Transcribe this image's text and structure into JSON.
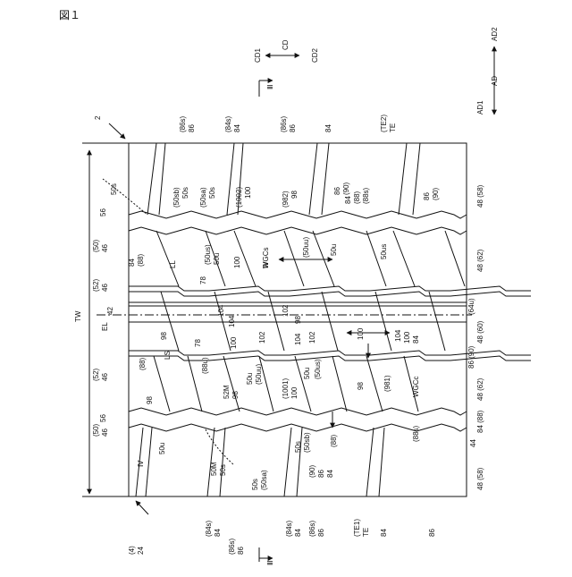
{
  "figure": {
    "title": "図１"
  },
  "directions": {
    "cd": "CD",
    "cd1": "CD1",
    "cd2": "CD2",
    "ad": "AD",
    "ad1": "AD1",
    "ad2": "AD2",
    "section_top": "Ⅲ",
    "section_bottom": "Ⅲ"
  },
  "labels_top": [
    {
      "name": "86s-top-1",
      "lines": [
        "(86s)",
        "86"
      ]
    },
    {
      "name": "84s-top-1",
      "lines": [
        "(84s)",
        "84"
      ]
    },
    {
      "name": "86s-top-2",
      "lines": [
        "(86s)",
        "86"
      ]
    },
    {
      "name": "84-top-1",
      "lines": [
        "84"
      ]
    },
    {
      "name": "te2-top",
      "lines": [
        "(TE2)",
        "TE"
      ]
    }
  ],
  "labels_bottom": [
    {
      "name": "84s-bot-1",
      "lines": [
        "(84s)",
        "84"
      ]
    },
    {
      "name": "86s-bot-1",
      "lines": [
        "(86s)",
        "86"
      ]
    },
    {
      "name": "84s-bot-2",
      "lines": [
        "(84s)",
        "84"
      ]
    },
    {
      "name": "86s-bot-2",
      "lines": [
        "(86s)",
        "86"
      ]
    },
    {
      "name": "te1-bot",
      "lines": [
        "(TE1)",
        "TE"
      ]
    },
    {
      "name": "84-bot",
      "lines": [
        "84"
      ]
    },
    {
      "name": "86-bot",
      "lines": [
        "86"
      ]
    },
    {
      "name": "ref-4-24",
      "lines": [
        "(4)",
        "24"
      ]
    }
  ],
  "labels_left": [
    {
      "name": "50-46-top",
      "lines": [
        "(50)",
        "46"
      ]
    },
    {
      "name": "56-top",
      "lines": [
        "56"
      ]
    },
    {
      "name": "52-46-top",
      "lines": [
        "(52)",
        "46"
      ]
    },
    {
      "name": "42",
      "lines": [
        "42"
      ]
    },
    {
      "name": "el",
      "lines": [
        "EL"
      ]
    },
    {
      "name": "tw",
      "lines": [
        "TW"
      ]
    },
    {
      "name": "52-46-bot",
      "lines": [
        "(52)",
        "46"
      ]
    },
    {
      "name": "56-bot",
      "lines": [
        "56"
      ]
    },
    {
      "name": "50-46-bot",
      "lines": [
        "(50)",
        "46"
      ]
    }
  ],
  "labels_right": [
    {
      "name": "48-58-top",
      "lines": [
        "48 (58)"
      ]
    },
    {
      "name": "48-62-top",
      "lines": [
        "48 (62)"
      ]
    },
    {
      "name": "64u",
      "lines": [
        "(64u)"
      ]
    },
    {
      "name": "48-60",
      "lines": [
        "48 (60)"
      ]
    },
    {
      "name": "86-90",
      "lines": [
        "86 (90)"
      ]
    },
    {
      "name": "48-62-bot",
      "lines": [
        "48 (62)"
      ]
    },
    {
      "name": "84-88-right",
      "lines": [
        "84 (88)"
      ]
    },
    {
      "name": "44",
      "lines": [
        "44"
      ]
    },
    {
      "name": "48-58-bot",
      "lines": [
        "48 (58)"
      ]
    }
  ],
  "labels_inner": [
    {
      "name": "ref-2",
      "text": "2"
    },
    {
      "name": "50s-a",
      "text": "50s"
    },
    {
      "name": "50sb-a",
      "text": "(50sb)"
    },
    {
      "name": "50s-b",
      "text": "50s"
    },
    {
      "name": "50sa-a",
      "text": "(50sa)"
    },
    {
      "name": "50s-c",
      "text": "50s"
    },
    {
      "name": "1002",
      "text": "(1002)"
    },
    {
      "name": "100-a",
      "text": "100"
    },
    {
      "name": "982",
      "text": "(982)"
    },
    {
      "name": "98-a",
      "text": "98"
    },
    {
      "name": "84-a",
      "text": "84"
    },
    {
      "name": "88-a",
      "text": "(88)"
    },
    {
      "name": "88s-a",
      "text": "(88s)"
    },
    {
      "name": "86-a",
      "text": "86"
    },
    {
      "name": "90-a",
      "text": "(90)"
    },
    {
      "name": "86-b",
      "text": "86"
    },
    {
      "name": "90-b",
      "text": "(90)"
    },
    {
      "name": "84-b",
      "text": "84"
    },
    {
      "name": "88-b",
      "text": "(88)"
    },
    {
      "name": "50us-a",
      "text": "(50us)"
    },
    {
      "name": "50u-a",
      "text": "50u"
    },
    {
      "name": "50uu-a",
      "text": "(50uu)"
    },
    {
      "name": "50u-b",
      "text": "50u"
    },
    {
      "name": "50us-b",
      "text": "50us"
    },
    {
      "name": "ll",
      "text": "LL"
    },
    {
      "name": "78-a",
      "text": "78"
    },
    {
      "name": "100-b",
      "text": "100"
    },
    {
      "name": "104-a",
      "text": "104"
    },
    {
      "name": "102-a",
      "text": "102"
    },
    {
      "name": "98-b",
      "text": "98"
    },
    {
      "name": "104-b",
      "text": "104"
    },
    {
      "name": "100-c",
      "text": "100"
    },
    {
      "name": "98-c",
      "text": "98"
    },
    {
      "name": "ls",
      "text": "LS"
    },
    {
      "name": "78-b",
      "text": "78"
    },
    {
      "name": "100-d",
      "text": "100"
    },
    {
      "name": "102-b",
      "text": "102"
    },
    {
      "name": "104-c",
      "text": "104"
    },
    {
      "name": "102-c",
      "text": "102"
    },
    {
      "name": "104-d",
      "text": "104"
    },
    {
      "name": "100-e",
      "text": "100"
    },
    {
      "name": "84-c",
      "text": "84"
    },
    {
      "name": "88-c",
      "text": "(88)"
    },
    {
      "name": "88u-c",
      "text": "(88u)"
    },
    {
      "name": "52m",
      "text": "52M"
    },
    {
      "name": "98-d",
      "text": "98"
    },
    {
      "name": "50u-c",
      "text": "50u"
    },
    {
      "name": "50uu-b",
      "text": "(50uu)"
    },
    {
      "name": "1001",
      "text": "(1001)"
    },
    {
      "name": "100-f",
      "text": "100"
    },
    {
      "name": "50u-d",
      "text": "50u"
    },
    {
      "name": "50us-c",
      "text": "(50us)"
    },
    {
      "name": "98-e",
      "text": "98"
    },
    {
      "name": "981",
      "text": "(981)"
    },
    {
      "name": "wgcc",
      "text": "WGCc"
    },
    {
      "name": "98-f",
      "text": "98"
    },
    {
      "name": "iv-a",
      "text": "Ⅳ"
    },
    {
      "name": "50u-e",
      "text": "50u"
    },
    {
      "name": "50m",
      "text": "50M"
    },
    {
      "name": "50s-d",
      "text": "50s"
    },
    {
      "name": "50s-e",
      "text": "50s"
    },
    {
      "name": "50sa-b",
      "text": "(50sa)"
    },
    {
      "name": "50s-f",
      "text": "50s"
    },
    {
      "name": "50sb-b",
      "text": "(50sb)"
    },
    {
      "name": "90-c",
      "text": "(90)"
    },
    {
      "name": "86-c",
      "text": "86"
    },
    {
      "name": "84-d",
      "text": "84"
    },
    {
      "name": "88-d",
      "text": "(88)"
    },
    {
      "name": "88s-d",
      "text": "(88s)"
    },
    {
      "name": "wgcs",
      "text": "WGCs"
    },
    {
      "name": "iv-b",
      "text": "Ⅳ"
    }
  ]
}
